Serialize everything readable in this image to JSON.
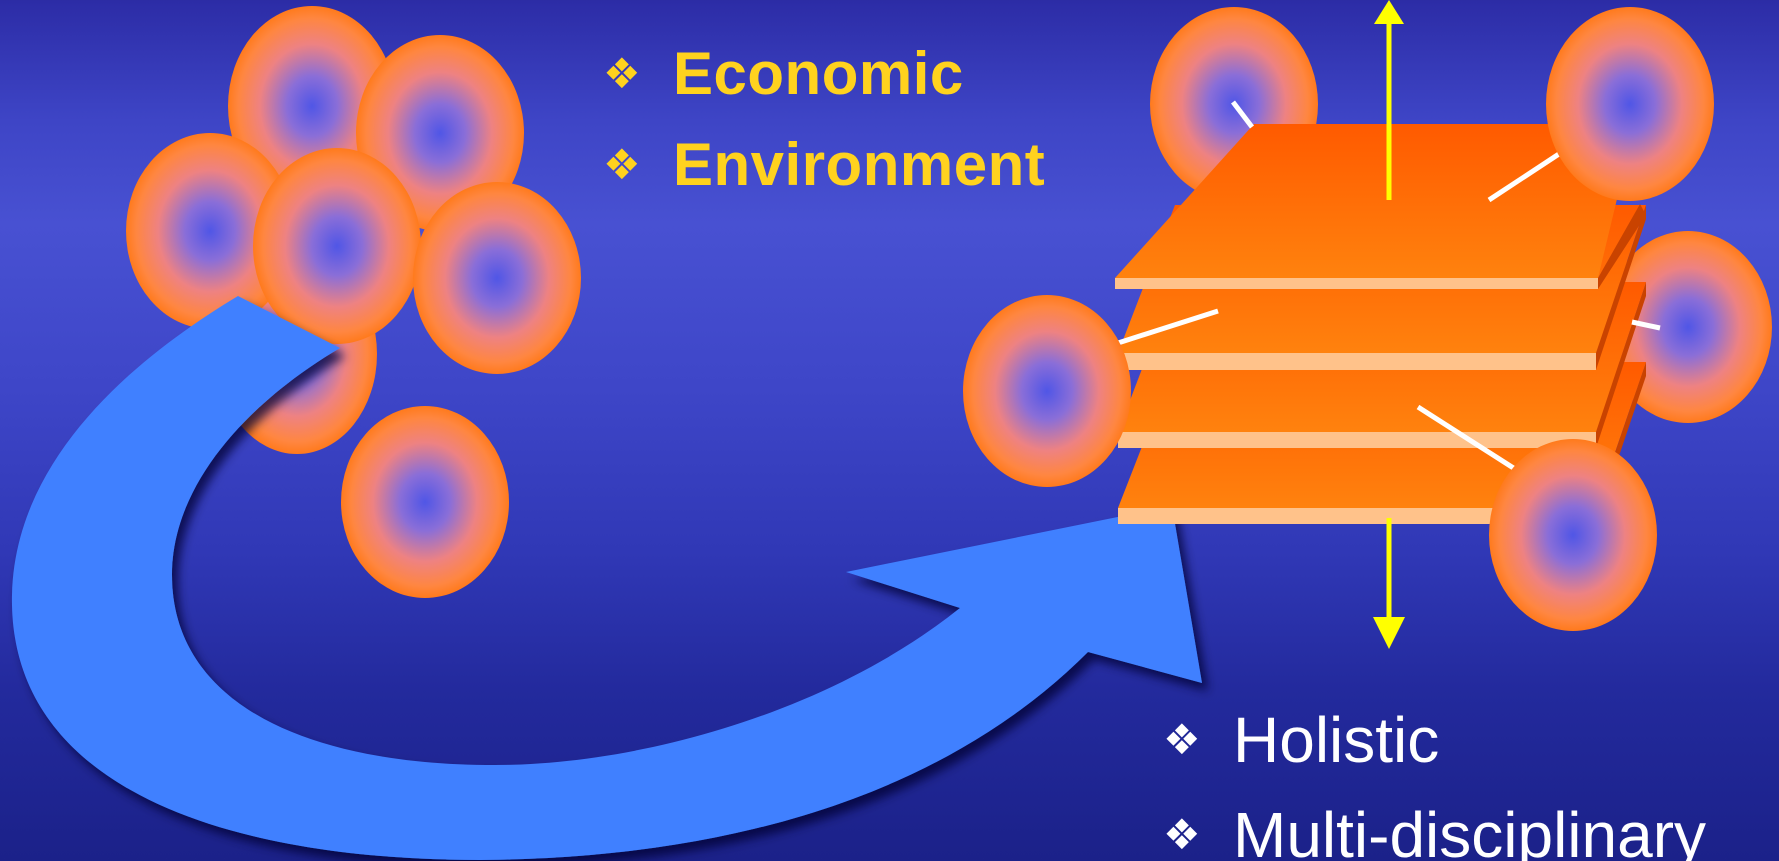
{
  "top_terms": [
    {
      "icon": "diamond-bullet-icon",
      "label": "Economic"
    },
    {
      "icon": "diamond-bullet-icon",
      "label": "Environment"
    }
  ],
  "bottom_terms": [
    {
      "icon": "diamond-bullet-icon",
      "label": "Holistic"
    },
    {
      "icon": "diamond-bullet-icon",
      "label": "Multi-disciplinary"
    }
  ],
  "bullet_glyph": "❖",
  "colors": {
    "background_top": "#2c2ca6",
    "background_mid": "#4851d2",
    "background_bottom": "#1b2189",
    "circle_ring": "#ff7e22",
    "circle_center": "#5b63e6",
    "sheet_orange": "#ff7a10",
    "sheet_edge": "#ffc28a",
    "sheet_side": "#d24800",
    "arrow_blue": "#4180ff",
    "axis_arrow_yellow": "#ffff00",
    "connector_white": "#ffffff",
    "top_term_text": "#ffd21e",
    "bottom_term_text": "#ffffff"
  }
}
